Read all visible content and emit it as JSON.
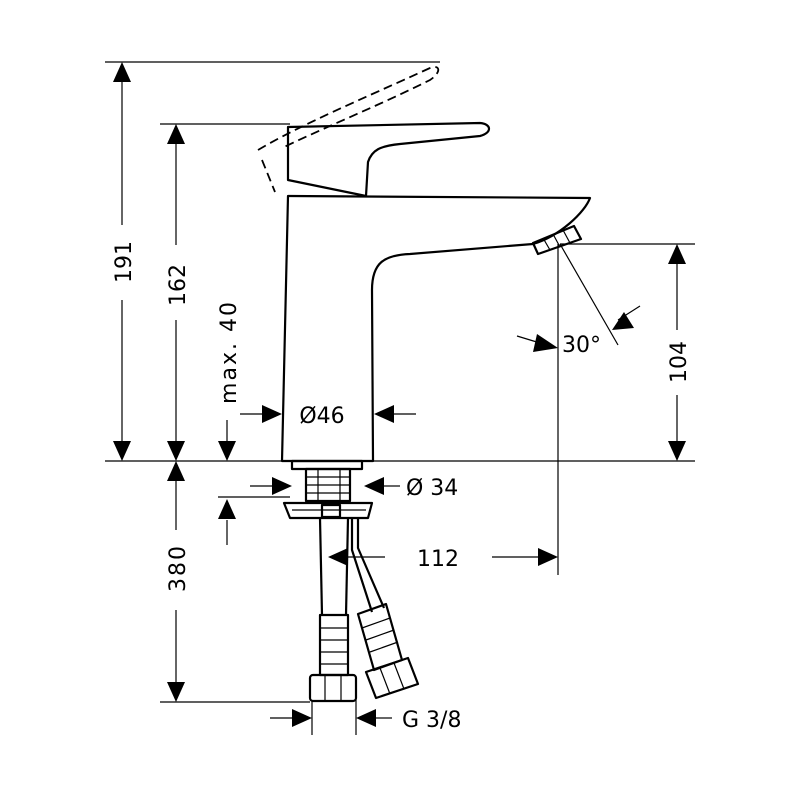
{
  "dimensions": {
    "height_total": "191",
    "height_lever": "162",
    "max_deck": "max. 40",
    "spout_height": "104",
    "body_diameter": "Ø46",
    "shank_diameter": "Ø 34",
    "spout_reach": "112",
    "hose_length": "380",
    "connection": "G 3/8",
    "spray_angle": "30°"
  }
}
